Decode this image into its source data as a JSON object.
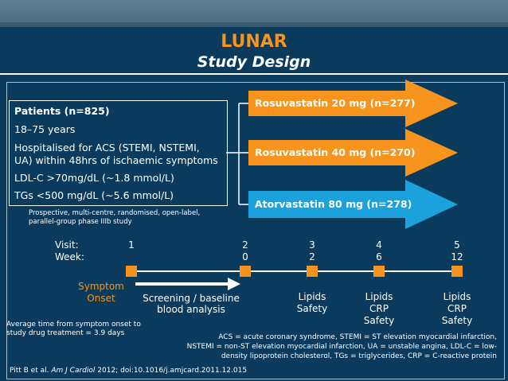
{
  "header": {
    "title": "LUNAR",
    "subtitle": "Study Design"
  },
  "patients": {
    "heading": "Patients (n=825)",
    "lines": [
      "18–75 years",
      "Hospitalised for ACS (STEMI, NSTEMI,",
      "UA) within 48hrs of ischaemic symptoms",
      "LDL-C >70mg/dL (~1.8 mmol/L)",
      "TGs <500 mg/dL (~5.6 mmol/L)"
    ]
  },
  "design_note": [
    "Prospective, multi-centre, randomised, open-label,",
    "parallel-group phase IIIb study"
  ],
  "arms": [
    {
      "label": "Rosuvastatin 20 mg (n=277)",
      "color": "#f7941d"
    },
    {
      "label": "Rosuvastatin 40 mg (n=270)",
      "color": "#f7941d"
    },
    {
      "label": "Atorvastatin 80 mg (n=278)",
      "color": "#1ba1dc"
    }
  ],
  "timeline": {
    "visit_label": "Visit:",
    "week_label": "Week:",
    "points": [
      {
        "visit": "1",
        "week": ""
      },
      {
        "visit": "2",
        "week": "0"
      },
      {
        "visit": "3",
        "week": "2"
      },
      {
        "visit": "4",
        "week": "6"
      },
      {
        "visit": "5",
        "week": "12"
      }
    ],
    "symptom_onset": [
      "Symptom",
      "Onset"
    ],
    "screening": [
      "Screening / baseline",
      "blood analysis"
    ],
    "assessments": [
      [
        "Lipids",
        "Safety"
      ],
      [
        "Lipids",
        "CRP",
        "Safety"
      ],
      [
        "Lipids",
        "CRP",
        "Safety"
      ]
    ]
  },
  "avg_time": [
    "Average time from symptom onset to",
    "study drug treatment = 3.9 days"
  ],
  "abbreviations": [
    "ACS = acute coronary syndrome, STEMI = ST elevation myocardial infarction,",
    "NSTEMI = non-ST elevation myocardial infarction, UA = unstable angina, LDL-C = low-",
    "density lipoprotein cholesterol, TGs = triglycerides, CRP = C-reactive protein"
  ],
  "citation": {
    "authors": "Pitt B et al.",
    "journal": "Am J Cardiol",
    "rest": "2012; doi:10.1016/j.amjcard.2011.12.015"
  }
}
